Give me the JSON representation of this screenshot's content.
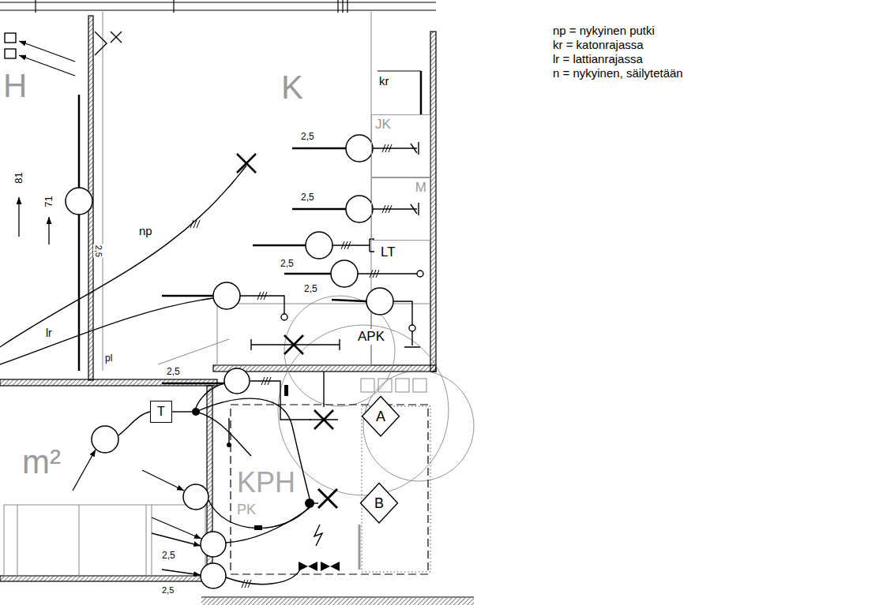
{
  "diagram": {
    "nodes": [
      {
        "text": [
          "JK"
        ]
      },
      {
        "text": [
          "M"
        ]
      },
      {
        "text": [
          "T"
        ]
      },
      {
        "text": [
          "A"
        ]
      },
      {
        "text": [
          "B"
        ]
      }
    ],
    "labels": [
      "H",
      "K",
      "kr",
      "81",
      "71",
      "lr",
      "np",
      "2,5",
      "2,5",
      "2,5",
      "LT",
      "2,5",
      "2,5",
      "APK",
      "pl",
      "2,5",
      "m²",
      "KPH",
      "PK",
      "2,5",
      "2,5"
    ],
    "legend": [
      {
        "text": "np = nykyinen putki"
      },
      {
        "text": "kr = katonrajassa"
      },
      {
        "text": "lr = lattianrajassa"
      },
      {
        "text": "n = nykyinen, säilytetään"
      }
    ]
  }
}
